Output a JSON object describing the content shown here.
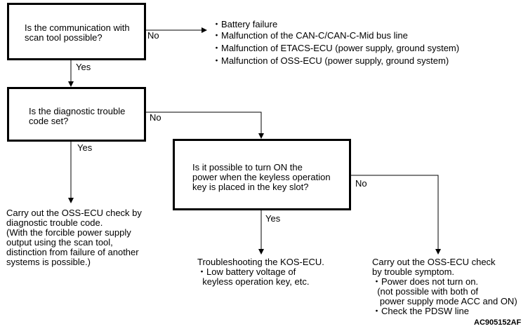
{
  "questions": [
    {
      "id": "q1",
      "lines": [
        "Is the communication with",
        "scan tool possible?"
      ]
    },
    {
      "id": "q2",
      "lines": [
        "Is the diagnostic trouble",
        "code set?"
      ]
    },
    {
      "id": "q3",
      "lines": [
        "Is it possible to turn ON the",
        "power when the keyless operation",
        "key is placed in the key slot?"
      ]
    }
  ],
  "branch_labels": {
    "q1_no": "No",
    "q1_yes": "Yes",
    "q2_no": "No",
    "q2_yes": "Yes",
    "q3_no": "No",
    "q3_yes": "Yes"
  },
  "outcomes": {
    "comm_failure": [
      "・Battery failure",
      "・Malfunction of the CAN-C/CAN-C-Mid bus line",
      "・Malfunction of ETACS-ECU (power supply, ground system)",
      "・Malfunction of OSS-ECU (power supply, ground system)"
    ],
    "dtc_check": [
      "Carry out the OSS-ECU check by",
      "diagnostic trouble code.",
      "(With the forcible power supply",
      "output using the scan tool,",
      "distinction from failure of another",
      "systems is possible.)"
    ],
    "kos_ecu": [
      "Troubleshooting the KOS-ECU.",
      "・Low battery voltage of",
      "  keyless operation key, etc."
    ],
    "symptom_check": [
      "Carry out the OSS-ECU check",
      "by trouble symptom.",
      "・Power does not turn on.",
      "  (not possible with both of",
      "   power supply mode ACC and ON)",
      "・Check the PDSW line"
    ]
  },
  "figure_code": "AC905152AF"
}
